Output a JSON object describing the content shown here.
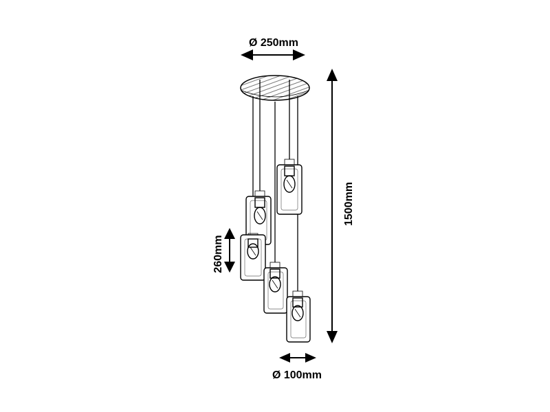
{
  "dimensions": {
    "canopy_diameter": "Ø 250mm",
    "total_height": "1500mm",
    "shade_height": "260mm",
    "shade_diameter": "Ø 100mm"
  }
}
